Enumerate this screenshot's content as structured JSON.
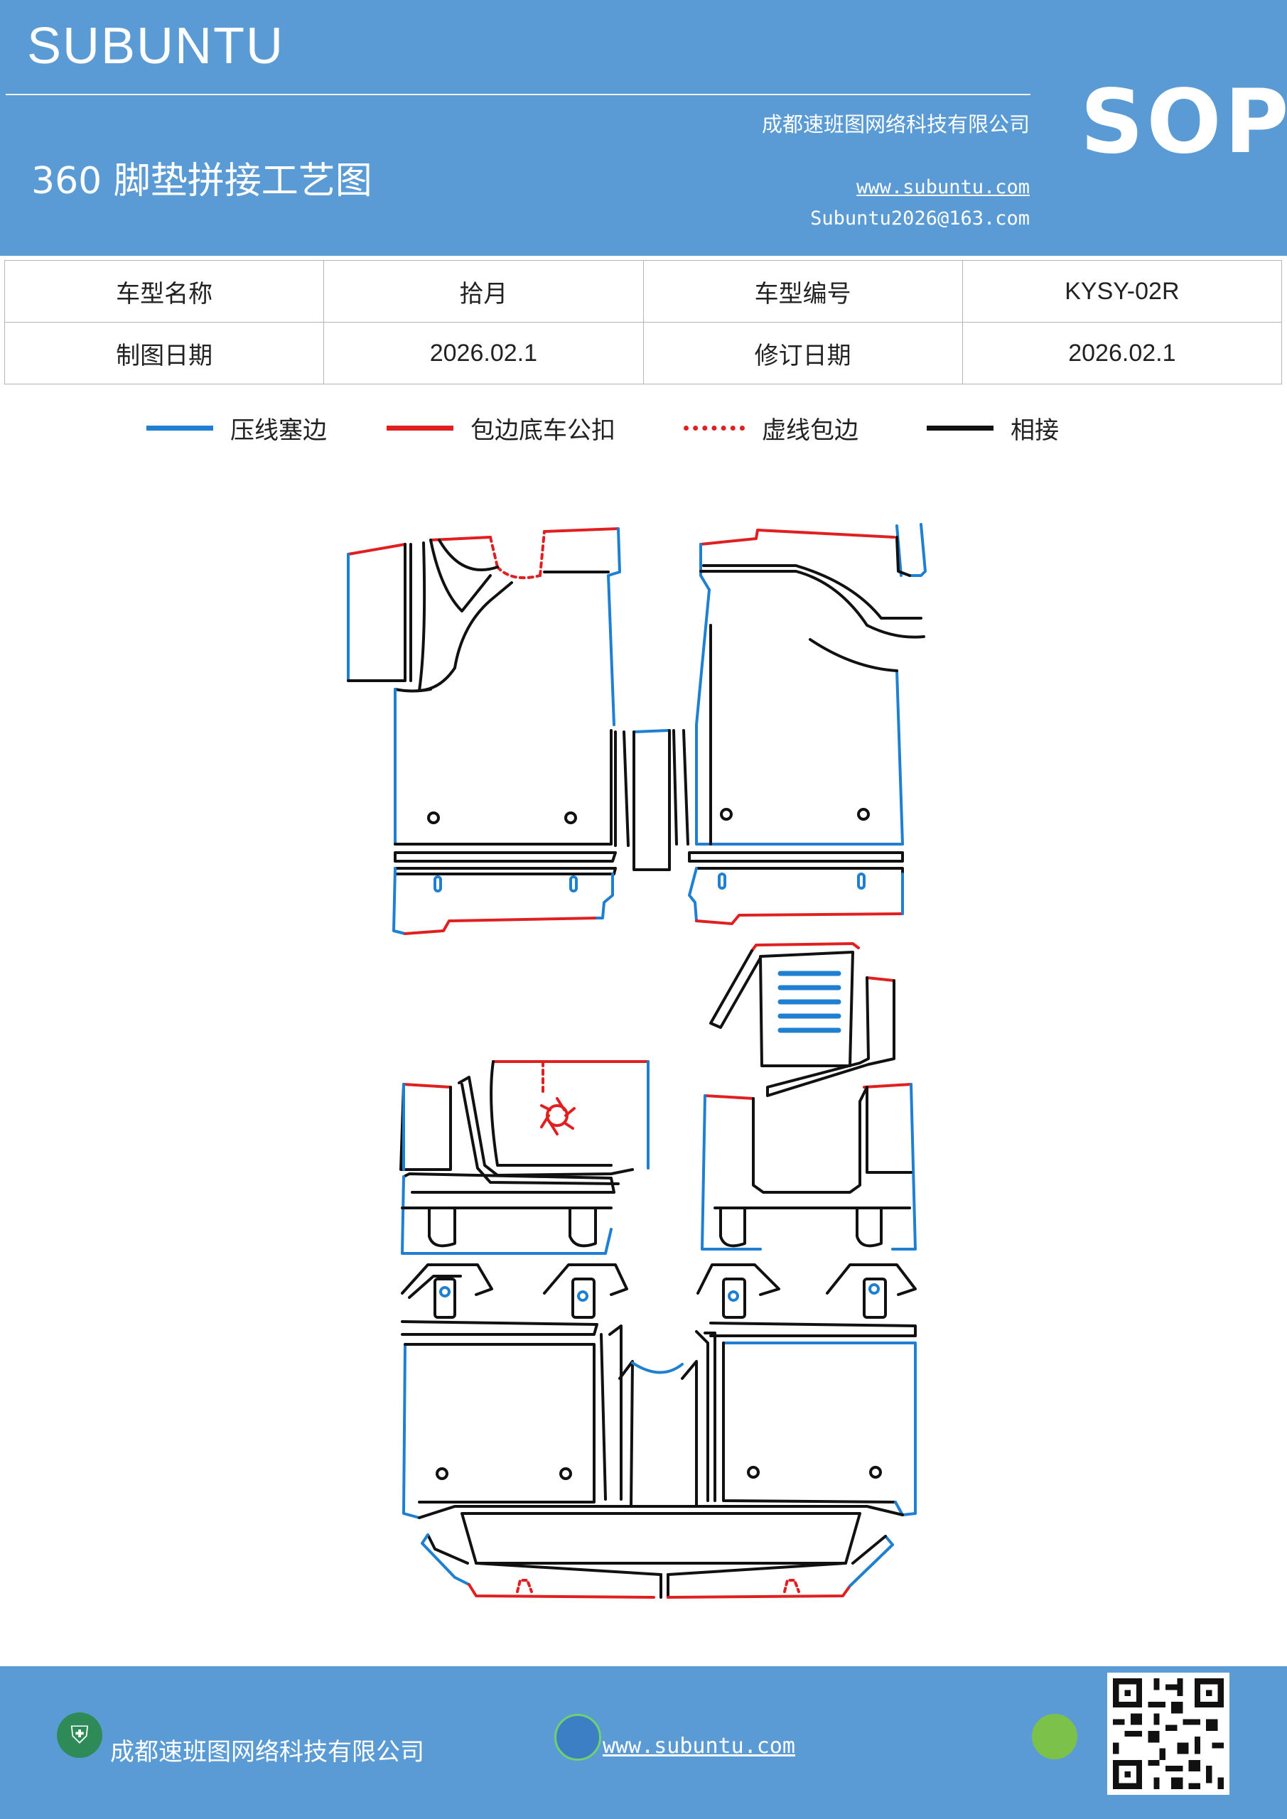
{
  "header": {
    "brand": "SUBUNTU",
    "company": "成都速班图网络科技有限公司",
    "title": "360 脚垫拼接工艺图",
    "badge": "SOP",
    "website": "www.subuntu.com",
    "email": "Subuntu2026@163.com"
  },
  "info_table": {
    "row1": {
      "label1": "车型名称",
      "value1": "拾月",
      "label2": "车型编号",
      "value2": "KYSY-02R"
    },
    "row2": {
      "label1": "制图日期",
      "value1": "2026.02.1",
      "label2": "修订日期",
      "value2": "2026.02.1"
    }
  },
  "legend": [
    {
      "label": "压线塞边",
      "color": "#1f7fd0",
      "style": "solid"
    },
    {
      "label": "包边底车公扣",
      "color": "#e02020",
      "style": "solid"
    },
    {
      "label": "虚线包边",
      "color": "#e02020",
      "style": "dotted"
    },
    {
      "label": "相接",
      "color": "#111111",
      "style": "solid"
    }
  ],
  "footer": {
    "company": "成都速班图网络科技有限公司",
    "website": "www.subuntu.com"
  },
  "colors": {
    "header_bg": "#5b9bd5",
    "blue_line": "#1f7fd0",
    "red_line": "#e02020",
    "black_line": "#111111"
  }
}
